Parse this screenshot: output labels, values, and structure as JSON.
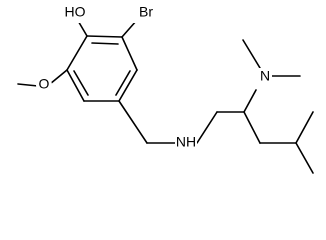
{
  "molecule": {
    "atom_labels": {
      "hydroxyl": "HO",
      "bromine": "Br",
      "amine_nh": "NH",
      "dimethylamino_n": "N"
    }
  },
  "colors": {
    "bond": "#000000",
    "label": "#000000",
    "background": "#ffffff"
  }
}
